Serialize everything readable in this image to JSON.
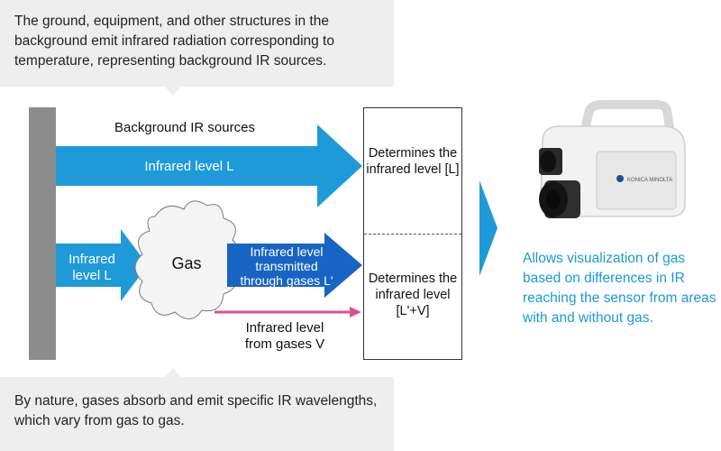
{
  "callouts": {
    "top": "The ground, equipment, and other structures in the background emit infrared radiation corresponding to temperature, representing background IR sources.",
    "bottom": "By nature, gases absorb and emit specific IR wavelengths, which vary from gas to gas."
  },
  "background": {
    "title": "Background IR sources",
    "arrow_label": "Infrared level L"
  },
  "lower_path": {
    "source_label": "Infrared level L",
    "gas_label": "Gas",
    "transmitted_label": "Infrared level transmitted through gases L'",
    "emitted_label": "Infrared level from gases V"
  },
  "detector": {
    "upper": "Determines the infrared level [L]",
    "lower": "Determines the infrared level [L'+V]"
  },
  "camera": {
    "caption": "Allows visualization of gas based on differences in IR reaching the sensor from areas with and without gas.",
    "brand": "KONICA MINOLTA"
  },
  "colors": {
    "arrow_blue": "#1f9ad9",
    "arrow_dark_blue": "#1864c4",
    "arrow_pink": "#e0508e",
    "caption_blue": "#1a9ad6"
  }
}
